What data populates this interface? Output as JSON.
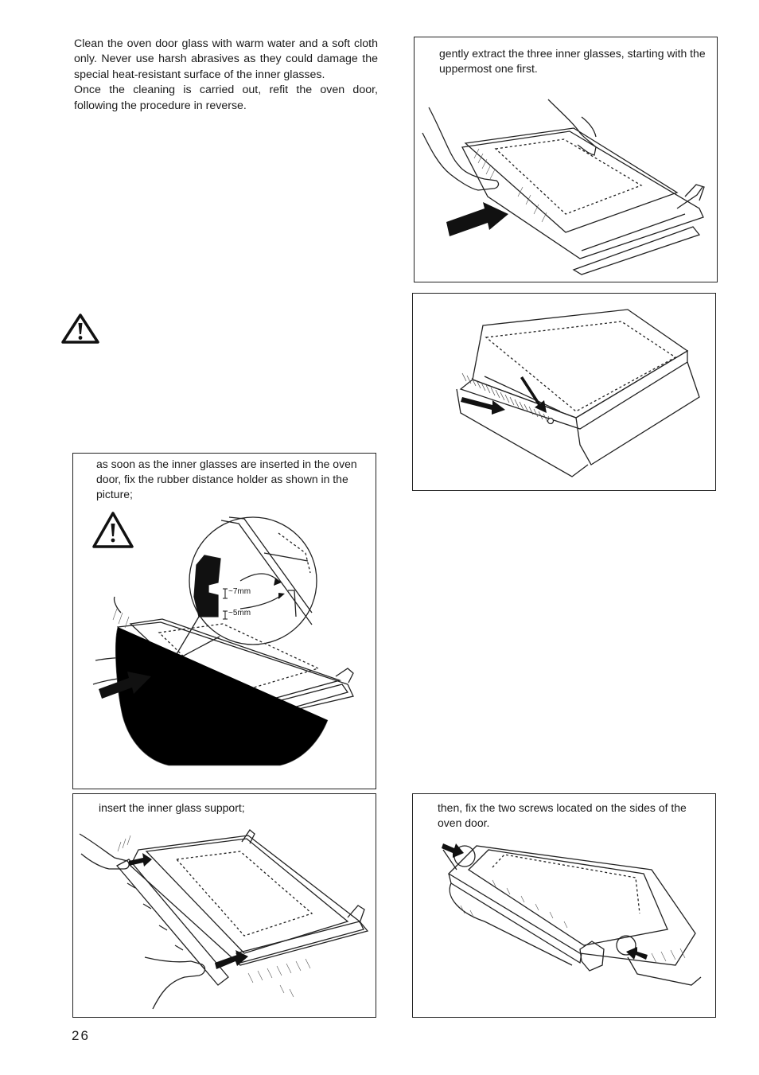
{
  "intro": {
    "para1": "Clean the oven door glass with warm water and  a soft cloth only. Never use harsh abrasives as they could damage the special heat-resistant surface of the inner glasses.",
    "para2": "Once the cleaning is carried out, refit the oven door, following the procedure in reverse."
  },
  "figures": {
    "extract": {
      "caption": "gently extract the three inner glasses, starting with the uppermost one first."
    },
    "rubber": {
      "caption": "as soon as the inner glasses are inserted in the oven door, fix the rubber distance holder as shown in the picture;",
      "dim_upper": "~7mm",
      "dim_lower": "~5mm"
    },
    "support": {
      "caption": "insert the inner glass support;"
    },
    "screws": {
      "caption": "then, fix the two screws located on the sides of the oven door."
    }
  },
  "page_number": "26",
  "colors": {
    "ink": "#1a1a1a",
    "frame": "#222222"
  },
  "icons": [
    "warning-triangle-icon",
    "warning-triangle-icon"
  ]
}
